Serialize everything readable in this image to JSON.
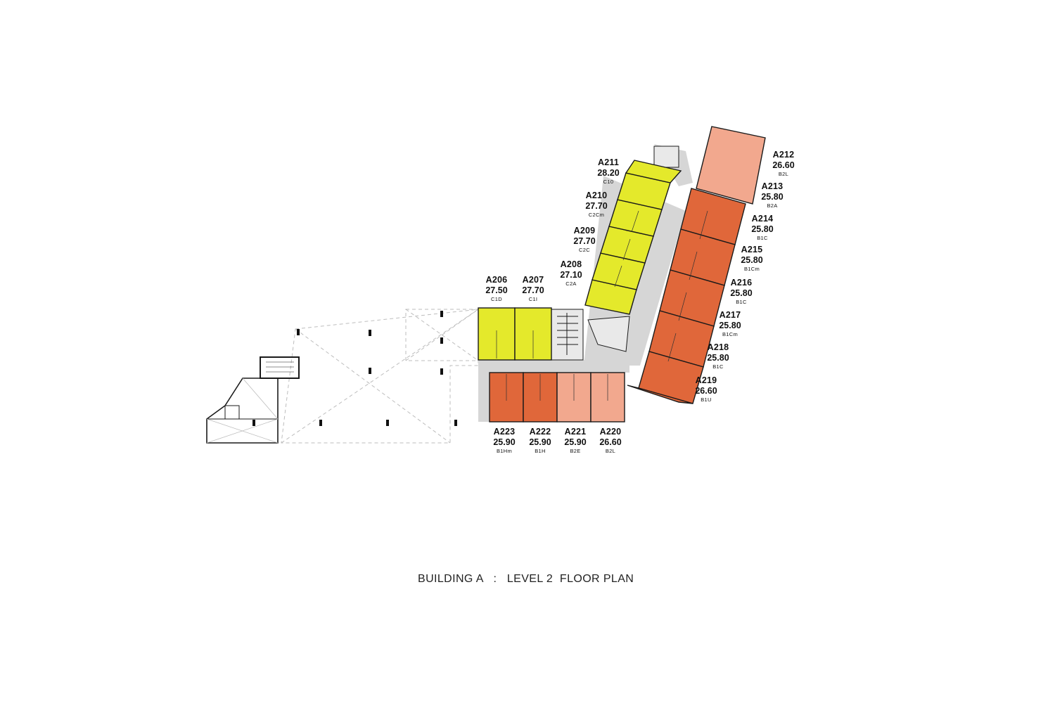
{
  "title": "BUILDING A   :   LEVEL 2  FLOOR PLAN",
  "colors": {
    "studio_yellow": "#e4e92b",
    "one_bed_orange": "#e0673a",
    "two_bed_salmon": "#f2a88e",
    "corridor": "#d6d6d6",
    "wall": "#1a1a1a"
  },
  "units": [
    {
      "code": "A206",
      "area": "27.50",
      "type": "C1D"
    },
    {
      "code": "A207",
      "area": "27.70",
      "type": "C1I"
    },
    {
      "code": "A208",
      "area": "27.10",
      "type": "C2A"
    },
    {
      "code": "A209",
      "area": "27.70",
      "type": "C2C"
    },
    {
      "code": "A210",
      "area": "27.70",
      "type": "C2Cm"
    },
    {
      "code": "A211",
      "area": "28.20",
      "type": "C10"
    },
    {
      "code": "A212",
      "area": "26.60",
      "type": "B2L"
    },
    {
      "code": "A213",
      "area": "25.80",
      "type": "B2A"
    },
    {
      "code": "A214",
      "area": "25.80",
      "type": "B1C"
    },
    {
      "code": "A215",
      "area": "25.80",
      "type": "B1Cm"
    },
    {
      "code": "A216",
      "area": "25.80",
      "type": "B1C"
    },
    {
      "code": "A217",
      "area": "25.80",
      "type": "B1Cm"
    },
    {
      "code": "A218",
      "area": "25.80",
      "type": "B1C"
    },
    {
      "code": "A219",
      "area": "26.60",
      "type": "B1U"
    },
    {
      "code": "A220",
      "area": "26.60",
      "type": "B2L"
    },
    {
      "code": "A221",
      "area": "25.90",
      "type": "B2E"
    },
    {
      "code": "A222",
      "area": "25.90",
      "type": "B1H"
    },
    {
      "code": "A223",
      "area": "25.90",
      "type": "B1Hm"
    }
  ]
}
